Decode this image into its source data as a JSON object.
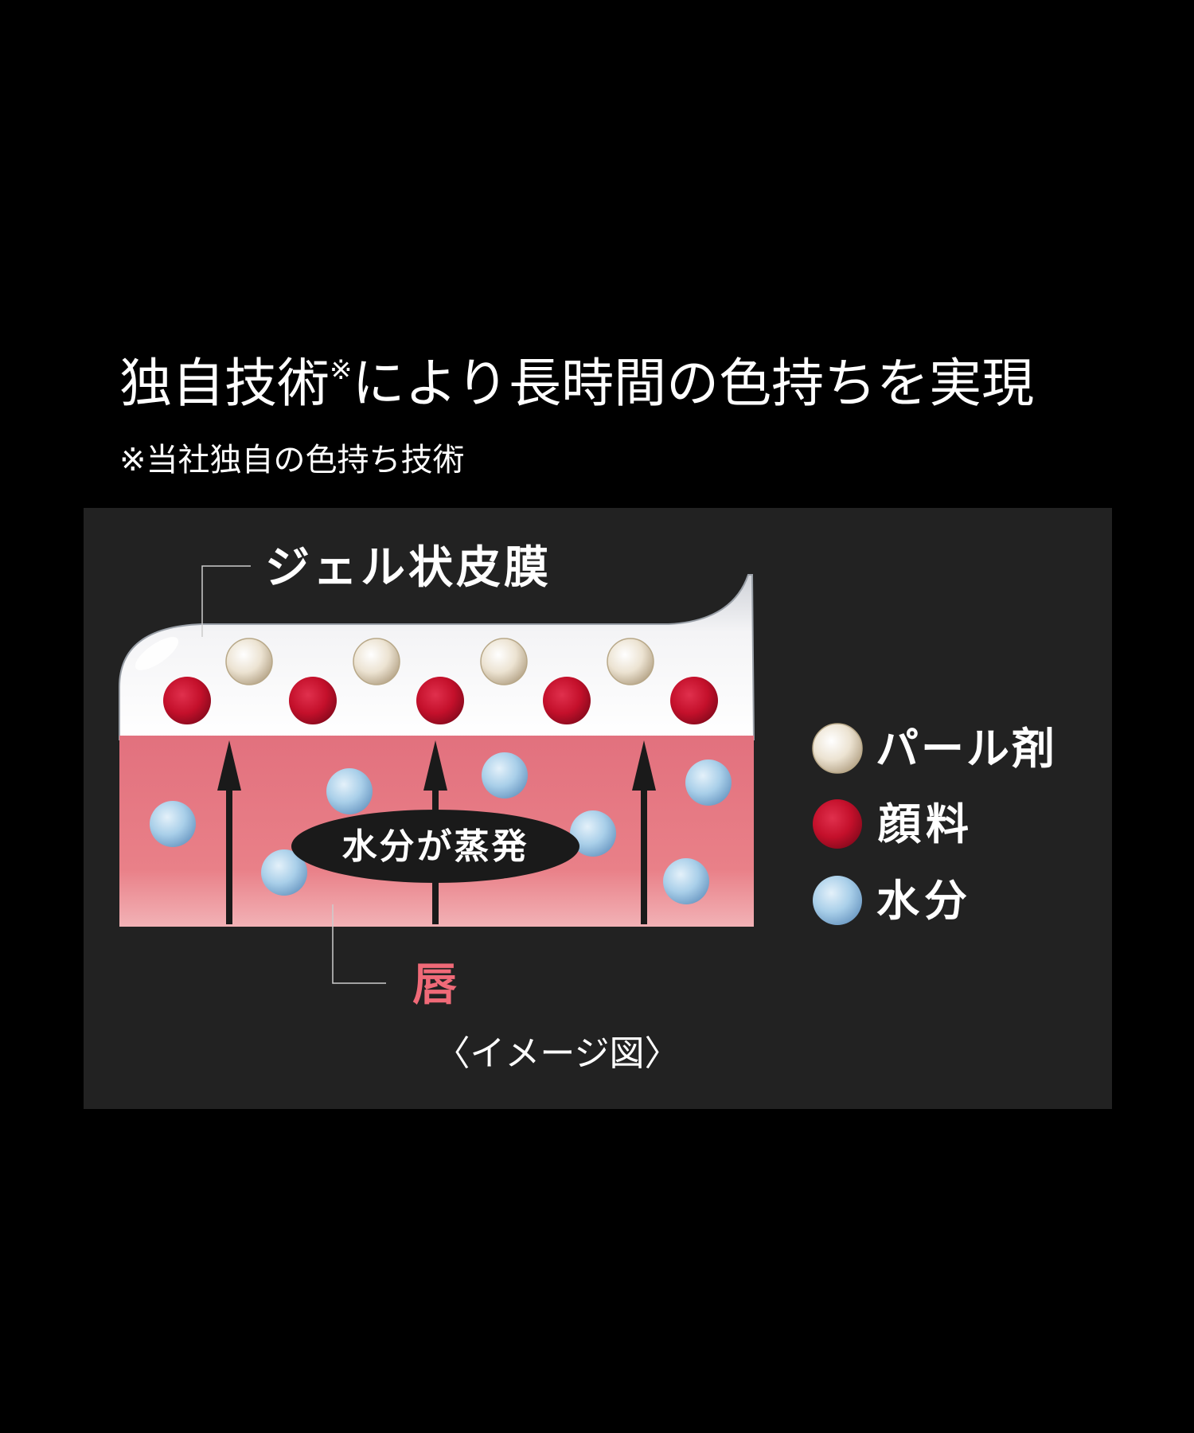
{
  "header": {
    "title": "独自技術",
    "title_mark": "※",
    "title_rest": "により長時間の色持ちを実現",
    "footnote": "※当社独自の色持ち技術"
  },
  "diagram": {
    "gel_film_label": "ジェル状皮膜",
    "lip_label": "唇",
    "evaporation_label": "水分が蒸発",
    "caption": "〈イメージ図〉",
    "legend": [
      {
        "label": "パール剤",
        "kind": "pearl"
      },
      {
        "label": "顔料",
        "kind": "pigment"
      },
      {
        "label": "水分",
        "kind": "water"
      }
    ]
  },
  "colors": {
    "background": "#000000",
    "panel": "#222222",
    "lip_top": "#e2717e",
    "lip_bottom": "#f2b2b6",
    "lip_label": "#f06a78",
    "pigment": "#c4102b",
    "pearl": "#ece3d2",
    "water": "#a9cfe9",
    "arrow": "#1a1a1a"
  }
}
